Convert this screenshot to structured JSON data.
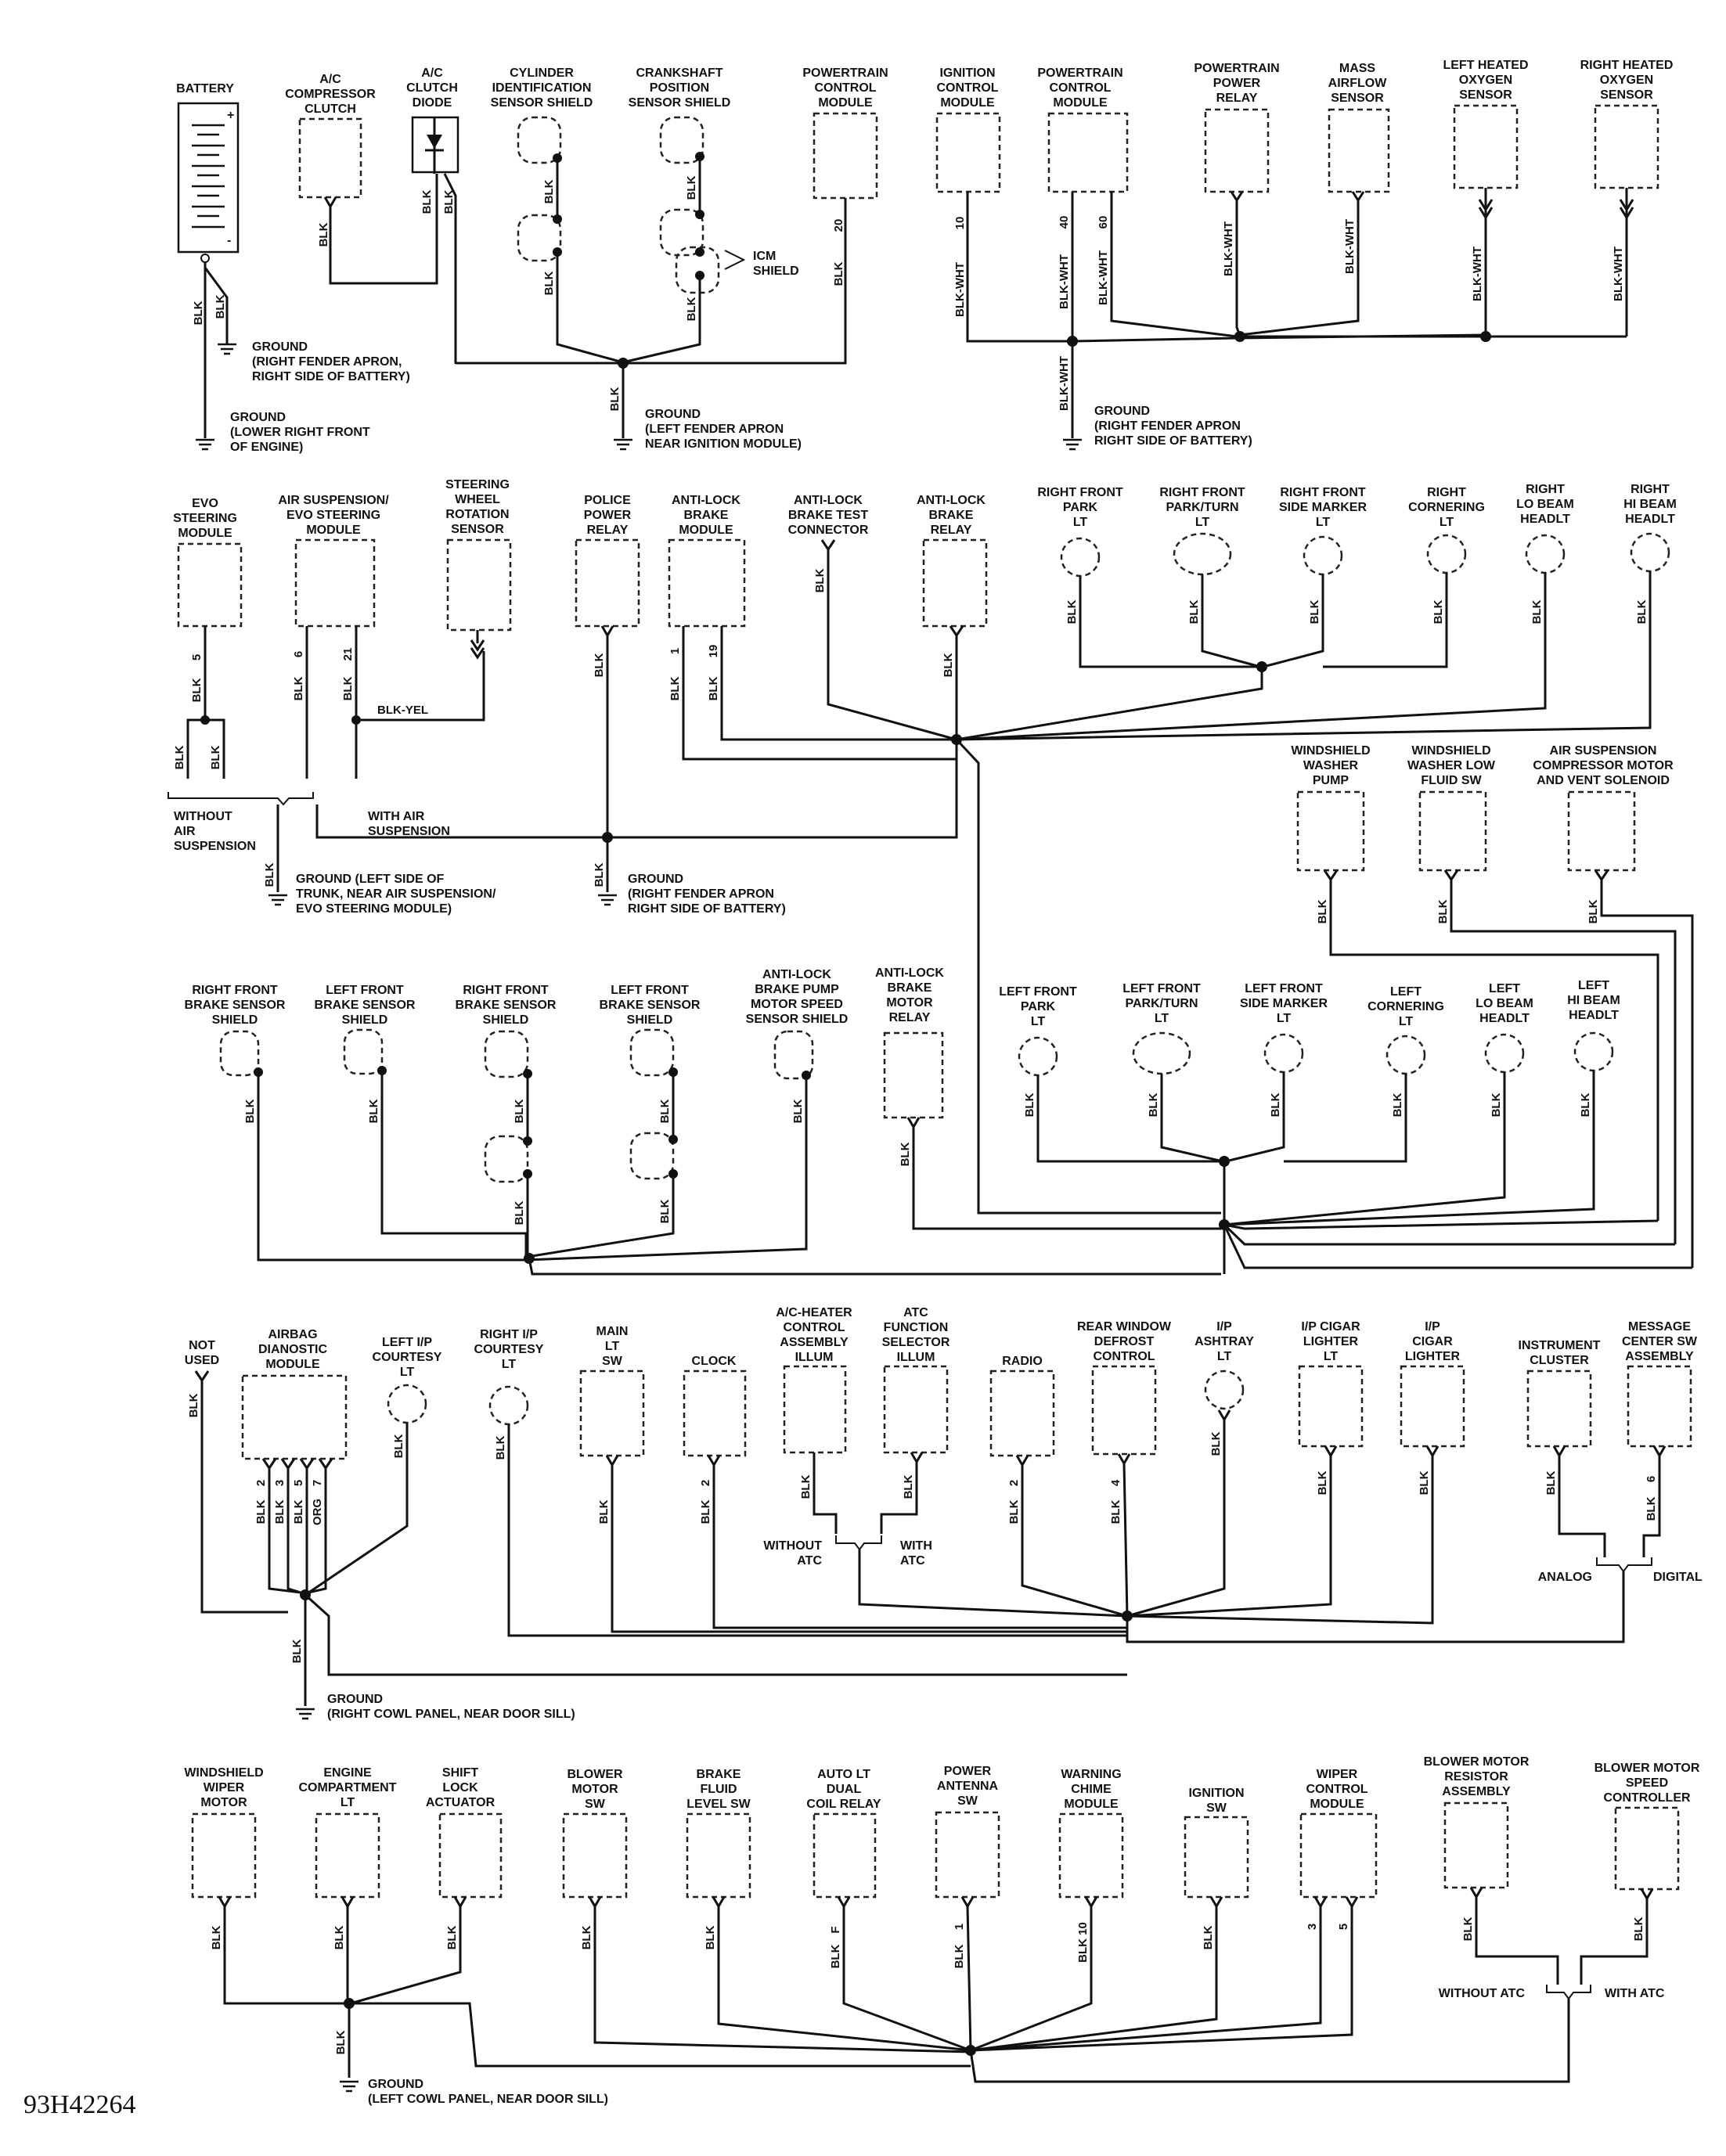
{
  "figure_id": "93H42264",
  "section1": {
    "components": [
      {
        "id": "battery",
        "label": "BATTERY"
      },
      {
        "id": "ac-compressor-clutch",
        "label": "A/C\nCOMPRESSOR\nCLUTCH"
      },
      {
        "id": "ac-clutch-diode",
        "label": "A/C\nCLUTCH\nDIODE"
      },
      {
        "id": "cylinder-id-sensor-shield",
        "label": "CYLINDER\nIDENTIFICATION\nSENSOR SHIELD"
      },
      {
        "id": "crankshaft-sensor-shield",
        "label": "CRANKSHAFT\nPOSITION\nSENSOR SHIELD"
      },
      {
        "id": "pcm-1",
        "label": "POWERTRAIN\nCONTROL\nMODULE"
      },
      {
        "id": "ignition-control-module",
        "label": "IGNITION\nCONTROL\nMODULE"
      },
      {
        "id": "pcm-2",
        "label": "POWERTRAIN\nCONTROL\nMODULE"
      },
      {
        "id": "powertrain-power-relay",
        "label": "POWERTRAIN\nPOWER\nRELAY"
      },
      {
        "id": "mass-airflow-sensor",
        "label": "MASS\nAIRFLOW\nSENSOR"
      },
      {
        "id": "left-heated-o2",
        "label": "LEFT HEATED\nOXYGEN\nSENSOR"
      },
      {
        "id": "right-heated-o2",
        "label": "RIGHT HEATED\nOXYGEN\nSENSOR"
      }
    ],
    "icm_shield": "ICM\nSHIELD",
    "grounds": [
      "GROUND\n(RIGHT FENDER APRON,\nRIGHT SIDE OF BATTERY)",
      "GROUND\n(LOWER RIGHT FRONT\nOF ENGINE)",
      "GROUND\n(LEFT FENDER APRON\nNEAR IGNITION MODULE)",
      "GROUND\n(RIGHT FENDER APRON\nRIGHT SIDE OF BATTERY)"
    ]
  },
  "section2": {
    "components": [
      {
        "id": "evo-steering-module",
        "label": "EVO\nSTEERING\nMODULE"
      },
      {
        "id": "air-susp-evo-module",
        "label": "AIR SUSPENSION/\nEVO STEERING\nMODULE"
      },
      {
        "id": "steering-wheel-rotation-sensor",
        "label": "STEERING\nWHEEL\nROTATION\nSENSOR"
      },
      {
        "id": "police-power-relay",
        "label": "POLICE\nPOWER\nRELAY"
      },
      {
        "id": "abs-module",
        "label": "ANTI-LOCK\nBRAKE\nMODULE"
      },
      {
        "id": "abs-test-connector",
        "label": "ANTI-LOCK\nBRAKE TEST\nCONNECTOR"
      },
      {
        "id": "abs-relay",
        "label": "ANTI-LOCK\nBRAKE\nRELAY"
      },
      {
        "id": "rf-park-lt",
        "label": "RIGHT FRONT\nPARK\nLT"
      },
      {
        "id": "rf-park-turn-lt",
        "label": "RIGHT FRONT\nPARK/TURN\nLT"
      },
      {
        "id": "rf-side-marker-lt",
        "label": "RIGHT FRONT\nSIDE MARKER\nLT"
      },
      {
        "id": "right-cornering-lt",
        "label": "RIGHT\nCORNERING\nLT"
      },
      {
        "id": "right-lo-beam",
        "label": "RIGHT\nLO BEAM\nHEADLT"
      },
      {
        "id": "right-hi-beam",
        "label": "RIGHT\nHI BEAM\nHEADLT"
      },
      {
        "id": "ws-washer-pump",
        "label": "WINDSHIELD\nWASHER\nPUMP"
      },
      {
        "id": "ws-washer-low-fluid",
        "label": "WINDSHIELD\nWASHER LOW\nFLUID SW"
      },
      {
        "id": "air-susp-compressor",
        "label": "AIR SUSPENSION\nCOMPRESSOR MOTOR\nAND VENT SOLENOID"
      }
    ],
    "without_air": "WITHOUT\nAIR\nSUSPENSION",
    "with_air": "WITH AIR\nSUSPENSION",
    "grounds": [
      "GROUND (LEFT SIDE OF\nTRUNK, NEAR AIR SUSPENSION/\nEVO STEERING MODULE)",
      "GROUND\n(RIGHT FENDER APRON\nRIGHT SIDE OF BATTERY)"
    ]
  },
  "section3": {
    "components": [
      {
        "id": "rf-brake-sensor-shield",
        "label": "RIGHT FRONT\nBRAKE SENSOR\nSHIELD"
      },
      {
        "id": "lf-brake-sensor-shield",
        "label": "LEFT FRONT\nBRAKE SENSOR\nSHIELD"
      },
      {
        "id": "rf-brake-sensor-shield-2",
        "label": "RIGHT FRONT\nBRAKE SENSOR\nSHIELD"
      },
      {
        "id": "lf-brake-sensor-shield-2",
        "label": "LEFT FRONT\nBRAKE SENSOR\nSHIELD"
      },
      {
        "id": "abs-pump-motor-speed-shield",
        "label": "ANTI-LOCK\nBRAKE PUMP\nMOTOR SPEED\nSENSOR SHIELD"
      },
      {
        "id": "abs-motor-relay",
        "label": "ANTI-LOCK\nBRAKE\nMOTOR\nRELAY"
      },
      {
        "id": "lf-park-lt",
        "label": "LEFT FRONT\nPARK\nLT"
      },
      {
        "id": "lf-park-turn-lt",
        "label": "LEFT FRONT\nPARK/TURN\nLT"
      },
      {
        "id": "lf-side-marker-lt",
        "label": "LEFT FRONT\nSIDE MARKER\nLT"
      },
      {
        "id": "left-cornering-lt",
        "label": "LEFT\nCORNERING\nLT"
      },
      {
        "id": "left-lo-beam",
        "label": "LEFT\nLO BEAM\nHEADLT"
      },
      {
        "id": "left-hi-beam",
        "label": "LEFT\nHI BEAM\nHEADLT"
      }
    ]
  },
  "section4": {
    "components": [
      {
        "id": "not-used",
        "label": "NOT\nUSED"
      },
      {
        "id": "airbag-module",
        "label": "AIRBAG\nDIANOSTIC\nMODULE"
      },
      {
        "id": "left-ip-courtesy",
        "label": "LEFT I/P\nCOURTESY\nLT"
      },
      {
        "id": "right-ip-courtesy",
        "label": "RIGHT I/P\nCOURTESY\nLT"
      },
      {
        "id": "main-lt-sw",
        "label": "MAIN\nLT\nSW"
      },
      {
        "id": "clock",
        "label": "CLOCK"
      },
      {
        "id": "ac-heater-illum",
        "label": "A/C-HEATER\nCONTROL\nASSEMBLY\nILLUM"
      },
      {
        "id": "atc-selector-illum",
        "label": "ATC\nFUNCTION\nSELECTOR\nILLUM"
      },
      {
        "id": "radio",
        "label": "RADIO"
      },
      {
        "id": "rear-defrost-control",
        "label": "REAR WINDOW\nDEFROST\nCONTROL"
      },
      {
        "id": "ip-ashtray-lt",
        "label": "I/P\nASHTRAY\nLT"
      },
      {
        "id": "ip-cigar-lt",
        "label": "I/P CIGAR\nLIGHTER\nLT"
      },
      {
        "id": "ip-cigar-lighter",
        "label": "I/P\nCIGAR\nLIGHTER"
      },
      {
        "id": "instrument-cluster",
        "label": "INSTRUMENT\nCLUSTER"
      },
      {
        "id": "message-center",
        "label": "MESSAGE\nCENTER SW\nASSEMBLY"
      }
    ],
    "without_atc": "WITHOUT\nATC",
    "with_atc": "WITH\nATC",
    "analog": "ANALOG",
    "digital": "DIGITAL",
    "ground": "GROUND\n(RIGHT COWL PANEL, NEAR DOOR SILL)"
  },
  "section5": {
    "components": [
      {
        "id": "ws-wiper-motor",
        "label": "WINDSHIELD\nWIPER\nMOTOR"
      },
      {
        "id": "engine-compartment-lt",
        "label": "ENGINE\nCOMPARTMENT\nLT"
      },
      {
        "id": "shift-lock-actuator",
        "label": "SHIFT\nLOCK\nACTUATOR"
      },
      {
        "id": "blower-motor-sw",
        "label": "BLOWER\nMOTOR\nSW"
      },
      {
        "id": "brake-fluid-level-sw",
        "label": "BRAKE\nFLUID\nLEVEL SW"
      },
      {
        "id": "auto-lt-dual-coil-relay",
        "label": "AUTO LT\nDUAL\nCOIL RELAY"
      },
      {
        "id": "power-antenna-sw",
        "label": "POWER\nANTENNA\nSW"
      },
      {
        "id": "warning-chime-module",
        "label": "WARNING\nCHIME\nMODULE"
      },
      {
        "id": "ignition-sw",
        "label": "IGNITION\nSW"
      },
      {
        "id": "wiper-control-module",
        "label": "WIPER\nCONTROL\nMODULE"
      },
      {
        "id": "blower-resistor",
        "label": "BLOWER MOTOR\nRESISTOR\nASSEMBLY"
      },
      {
        "id": "blower-speed-controller",
        "label": "BLOWER MOTOR\nSPEED\nCONTROLLER"
      }
    ],
    "without_atc": "WITHOUT ATC",
    "with_atc": "WITH ATC",
    "ground": "GROUND\n(LEFT COWL PANEL, NEAR DOOR SILL)"
  },
  "wire_labels": {
    "blk": "BLK",
    "blk_wht": "BLK-WHT",
    "blk_yel": "BLK-YEL",
    "org": "ORG"
  }
}
